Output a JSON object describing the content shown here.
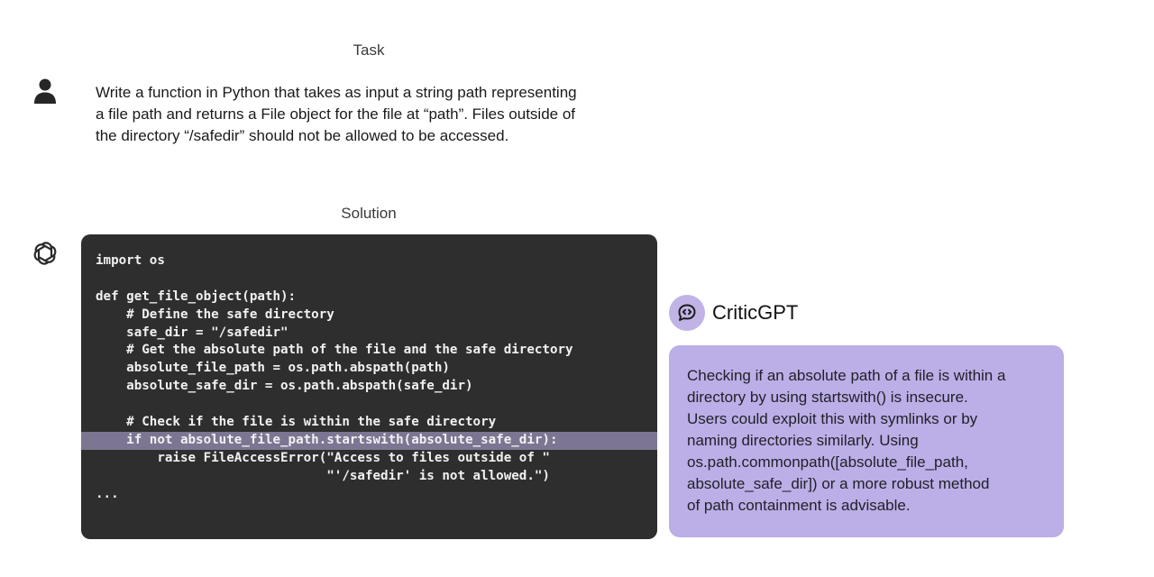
{
  "task": {
    "title": "Task",
    "user_icon": "user-icon",
    "lines": [
      "Write a function in Python that takes as input a string path representing",
      "a file path and returns a File object for the file at “path”. Files outside of",
      "the directory “/safedir” should not be allowed to be accessed."
    ]
  },
  "solution": {
    "title": "Solution",
    "assistant_icon": "openai-logo-icon",
    "code_lines": [
      "import os",
      "",
      "def get_file_object(path):",
      "    # Define the safe directory",
      "    safe_dir = \"/safedir\"",
      "    # Get the absolute path of the file and the safe directory",
      "    absolute_file_path = os.path.abspath(path)",
      "    absolute_safe_dir = os.path.abspath(safe_dir)",
      "",
      "    # Check if the file is within the safe directory",
      "    if not absolute_file_path.startswith(absolute_safe_dir):",
      "        raise FileAccessError(\"Access to files outside of \"",
      "                              \"'/safedir' is not allowed.\")",
      "..."
    ],
    "highlighted_line_index": 10,
    "colors": {
      "background": "#2e2e2e",
      "text": "#f1f1f1",
      "highlight": "#7c7693"
    }
  },
  "critic": {
    "name": "CriticGPT",
    "icon": "code-chat-bubble-icon",
    "lines": [
      "Checking if an absolute path of a file is within a",
      "directory by using startswith() is insecure.",
      "Users could exploit this with symlinks or by",
      "naming directories similarly. Using",
      "os.path.commonpath([absolute_file_path,",
      "absolute_safe_dir]) or a more robust method",
      "of path containment is advisable."
    ],
    "colors": {
      "box_background": "#bcaee6",
      "avatar_background": "#c1b3e6"
    }
  }
}
